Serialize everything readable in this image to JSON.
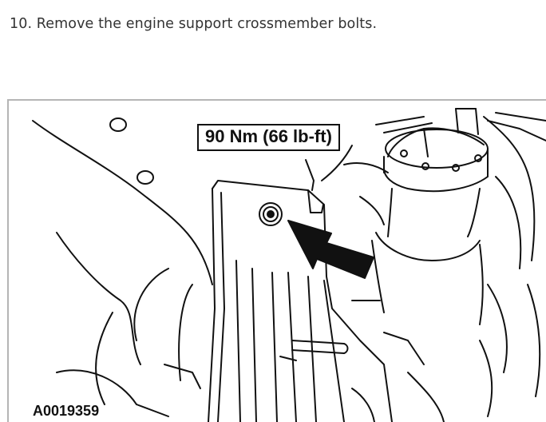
{
  "step": {
    "text": "10. Remove the engine support crossmember bolts."
  },
  "figure": {
    "torque_label": "90 Nm (66 lb-ft)",
    "figure_code": "A0019359"
  }
}
